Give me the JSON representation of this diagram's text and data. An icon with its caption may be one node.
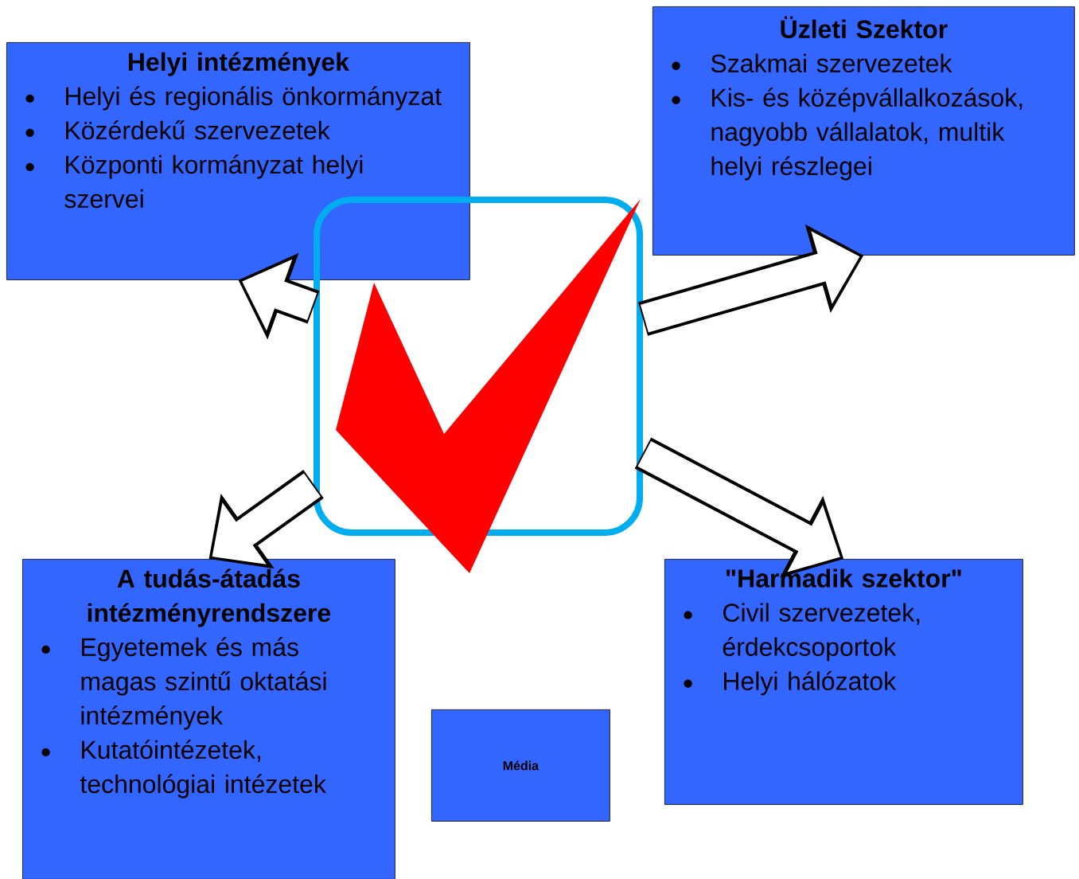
{
  "diagram": {
    "nodes": [
      {
        "text": [
          "Helyi intézmények",
          "Helyi és regionális önkormányzat",
          "Közérdekű szervezetek",
          "Központi kormányzat helyi szervei"
        ]
      },
      {
        "text": [
          "Üzleti Szektor",
          "Szakmai szervezetek",
          "Kis- és középvállalkozások, nagyobb vállalatok, multik helyi részlegei"
        ]
      },
      {
        "text": [],
        "shape": "box"
      },
      {
        "text": [
          "A tudás-átadás intézményrendszere",
          "Egyetemek és más magas szintű oktatási intézmények",
          "Kutatóintézetek, technológiai intézetek"
        ]
      },
      {
        "text": [
          "\"Harmadik szektor\"",
          "Civil szervezetek, érdekcsoportok",
          "Helyi hálózatok"
        ]
      },
      {
        "text": [
          "Média"
        ]
      }
    ],
    "edges": [
      {
        "from": 2,
        "to": 0,
        "arrow": "to"
      },
      {
        "from": 2,
        "to": 1,
        "arrow": "to"
      },
      {
        "from": 2,
        "to": 3,
        "arrow": "to"
      },
      {
        "from": 2,
        "to": 4,
        "arrow": "to"
      }
    ]
  }
}
